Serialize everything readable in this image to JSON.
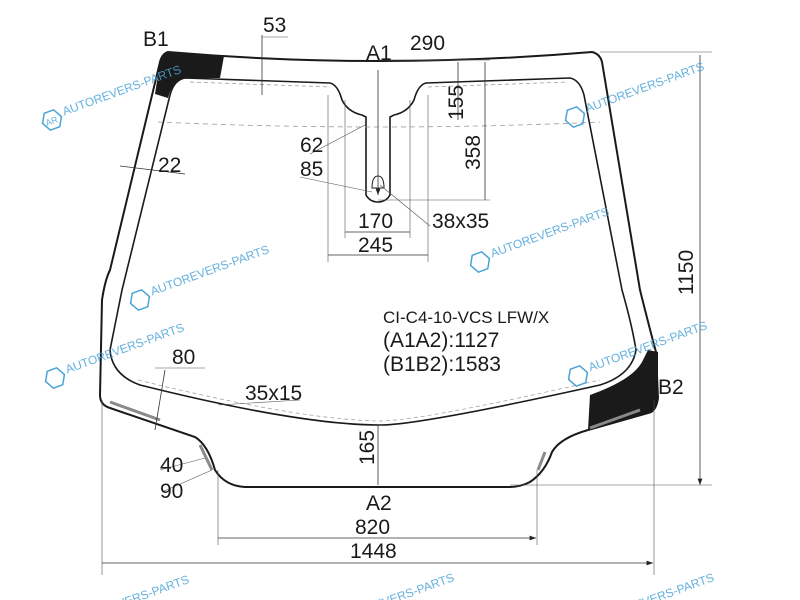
{
  "diagram": {
    "part_code": "CI-C4-10-VCS LFW/X",
    "diag_a": "(A1A2):1127",
    "diag_b": "(B1B2):1583",
    "points": {
      "b1": "B1",
      "b2": "B2",
      "a1": "A1",
      "a2": "A2"
    },
    "dimensions": {
      "top_band": "53",
      "mirror_width": "290",
      "mirror_top": "155",
      "mirror_height": "358",
      "d62": "62",
      "d85": "85",
      "side_band": "22",
      "d170": "170",
      "sensor": "38x35",
      "d245": "245",
      "height_total": "1150",
      "d80": "80",
      "notch": "35x15",
      "d165": "165",
      "d40": "40",
      "d90": "90",
      "bottom_width": "820",
      "total_width": "1448"
    },
    "watermark": "AUTOREVERS-PARTS",
    "watermark_logo": "AR",
    "colors": {
      "outline": "#1a1a1a",
      "frit": "#1a1a1a",
      "watermark": "#4aa3d8",
      "seal": "#8a8a8a"
    }
  }
}
